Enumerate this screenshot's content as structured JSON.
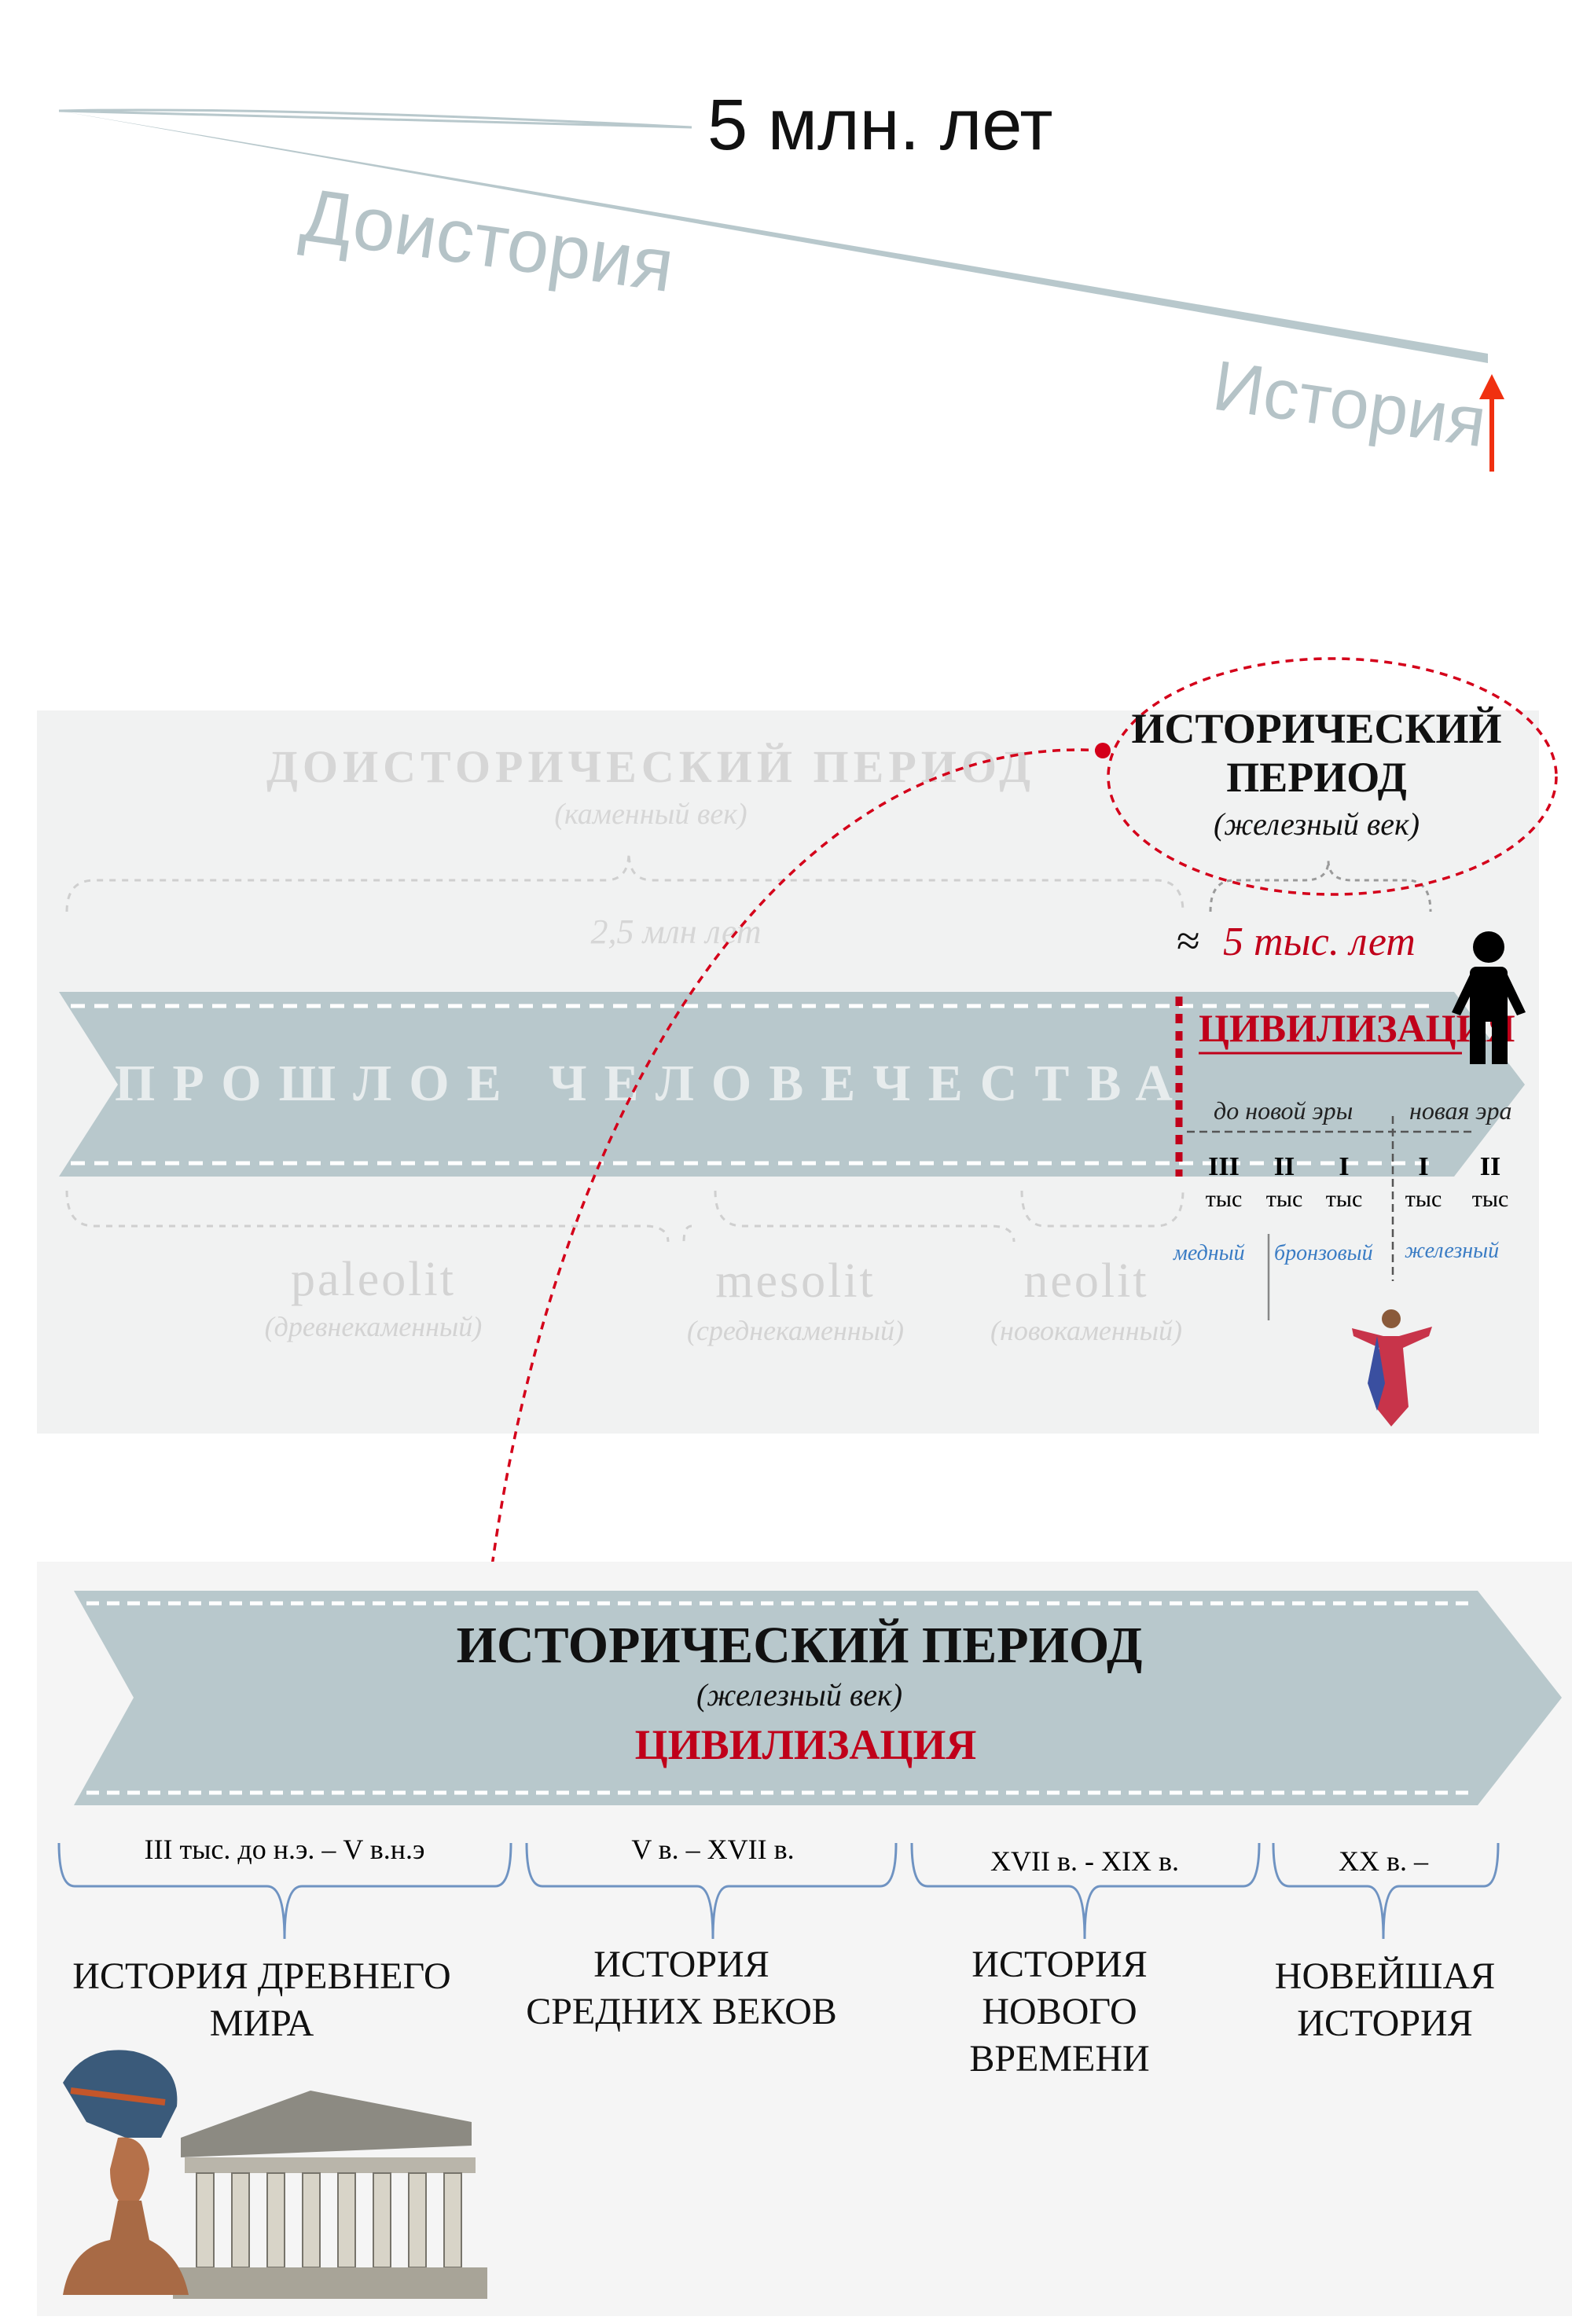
{
  "top": {
    "span_label": "5 млн. лет",
    "prehistory_label": "Доистория",
    "history_label": "История"
  },
  "middle": {
    "prehistoric_title": "ДОИСТОРИЧЕСКИЙ ПЕРИОД",
    "prehistoric_subtitle": "(каменный век)",
    "prehistoric_duration": "2,5 млн лет",
    "band_label": "ПРОШЛОЕ ЧЕЛОВЕЧЕСТВА",
    "historic_title_line1": "ИСТОРИЧЕСКИЙ",
    "historic_title_line2": "ПЕРИОД",
    "historic_subtitle": "(железный век)",
    "approx_symbol": "≈",
    "historic_duration": "5 тыс. лет",
    "civilization": "ЦИВИЛИЗАЦИЯ",
    "era_bc": "до новой эры",
    "era_ad": "новая эра",
    "millennia": [
      {
        "numeral": "III",
        "unit": "тыс"
      },
      {
        "numeral": "II",
        "unit": "тыс"
      },
      {
        "numeral": "I",
        "unit": "тыс"
      },
      {
        "numeral": "I",
        "unit": "тыс"
      },
      {
        "numeral": "II",
        "unit": "тыс"
      }
    ],
    "metal_ages": [
      "медный",
      "бронзовый",
      "железный"
    ],
    "stone_ages": [
      {
        "name": "paleolit",
        "desc": "(древнекаменный)"
      },
      {
        "name": "mesolit",
        "desc": "(среднекаменный)"
      },
      {
        "name": "neolit",
        "desc": "(новокаменный)"
      }
    ]
  },
  "bottom": {
    "title": "ИСТОРИЧЕСКИЙ ПЕРИОД",
    "subtitle": "(железный век)",
    "civilization": "ЦИВИЛИЗАЦИЯ",
    "periods": [
      {
        "dates": "III тыс. до н.э. – V в.н.э",
        "name_lines": [
          "ИСТОРИЯ ДРЕВНЕГО",
          "МИРА"
        ]
      },
      {
        "dates": "V в. – XVII в.",
        "name_lines": [
          "ИСТОРИЯ",
          "СРЕДНИХ ВЕКОВ"
        ]
      },
      {
        "dates": "XVII в. - XIX в.",
        "name_lines": [
          "ИСТОРИЯ",
          "НОВОГО",
          "ВРЕМЕНИ"
        ]
      },
      {
        "dates": "XX в. –",
        "name_lines": [
          "НОВЕЙШАЯ",
          "ИСТОРИЯ"
        ]
      }
    ]
  },
  "colors": {
    "band": "#b8c8cc",
    "accent_red": "#c0001a",
    "ghost_text": "#d3d3d3",
    "metal_blue": "#3a7cc4",
    "bracket_blue": "#6f93c2"
  }
}
